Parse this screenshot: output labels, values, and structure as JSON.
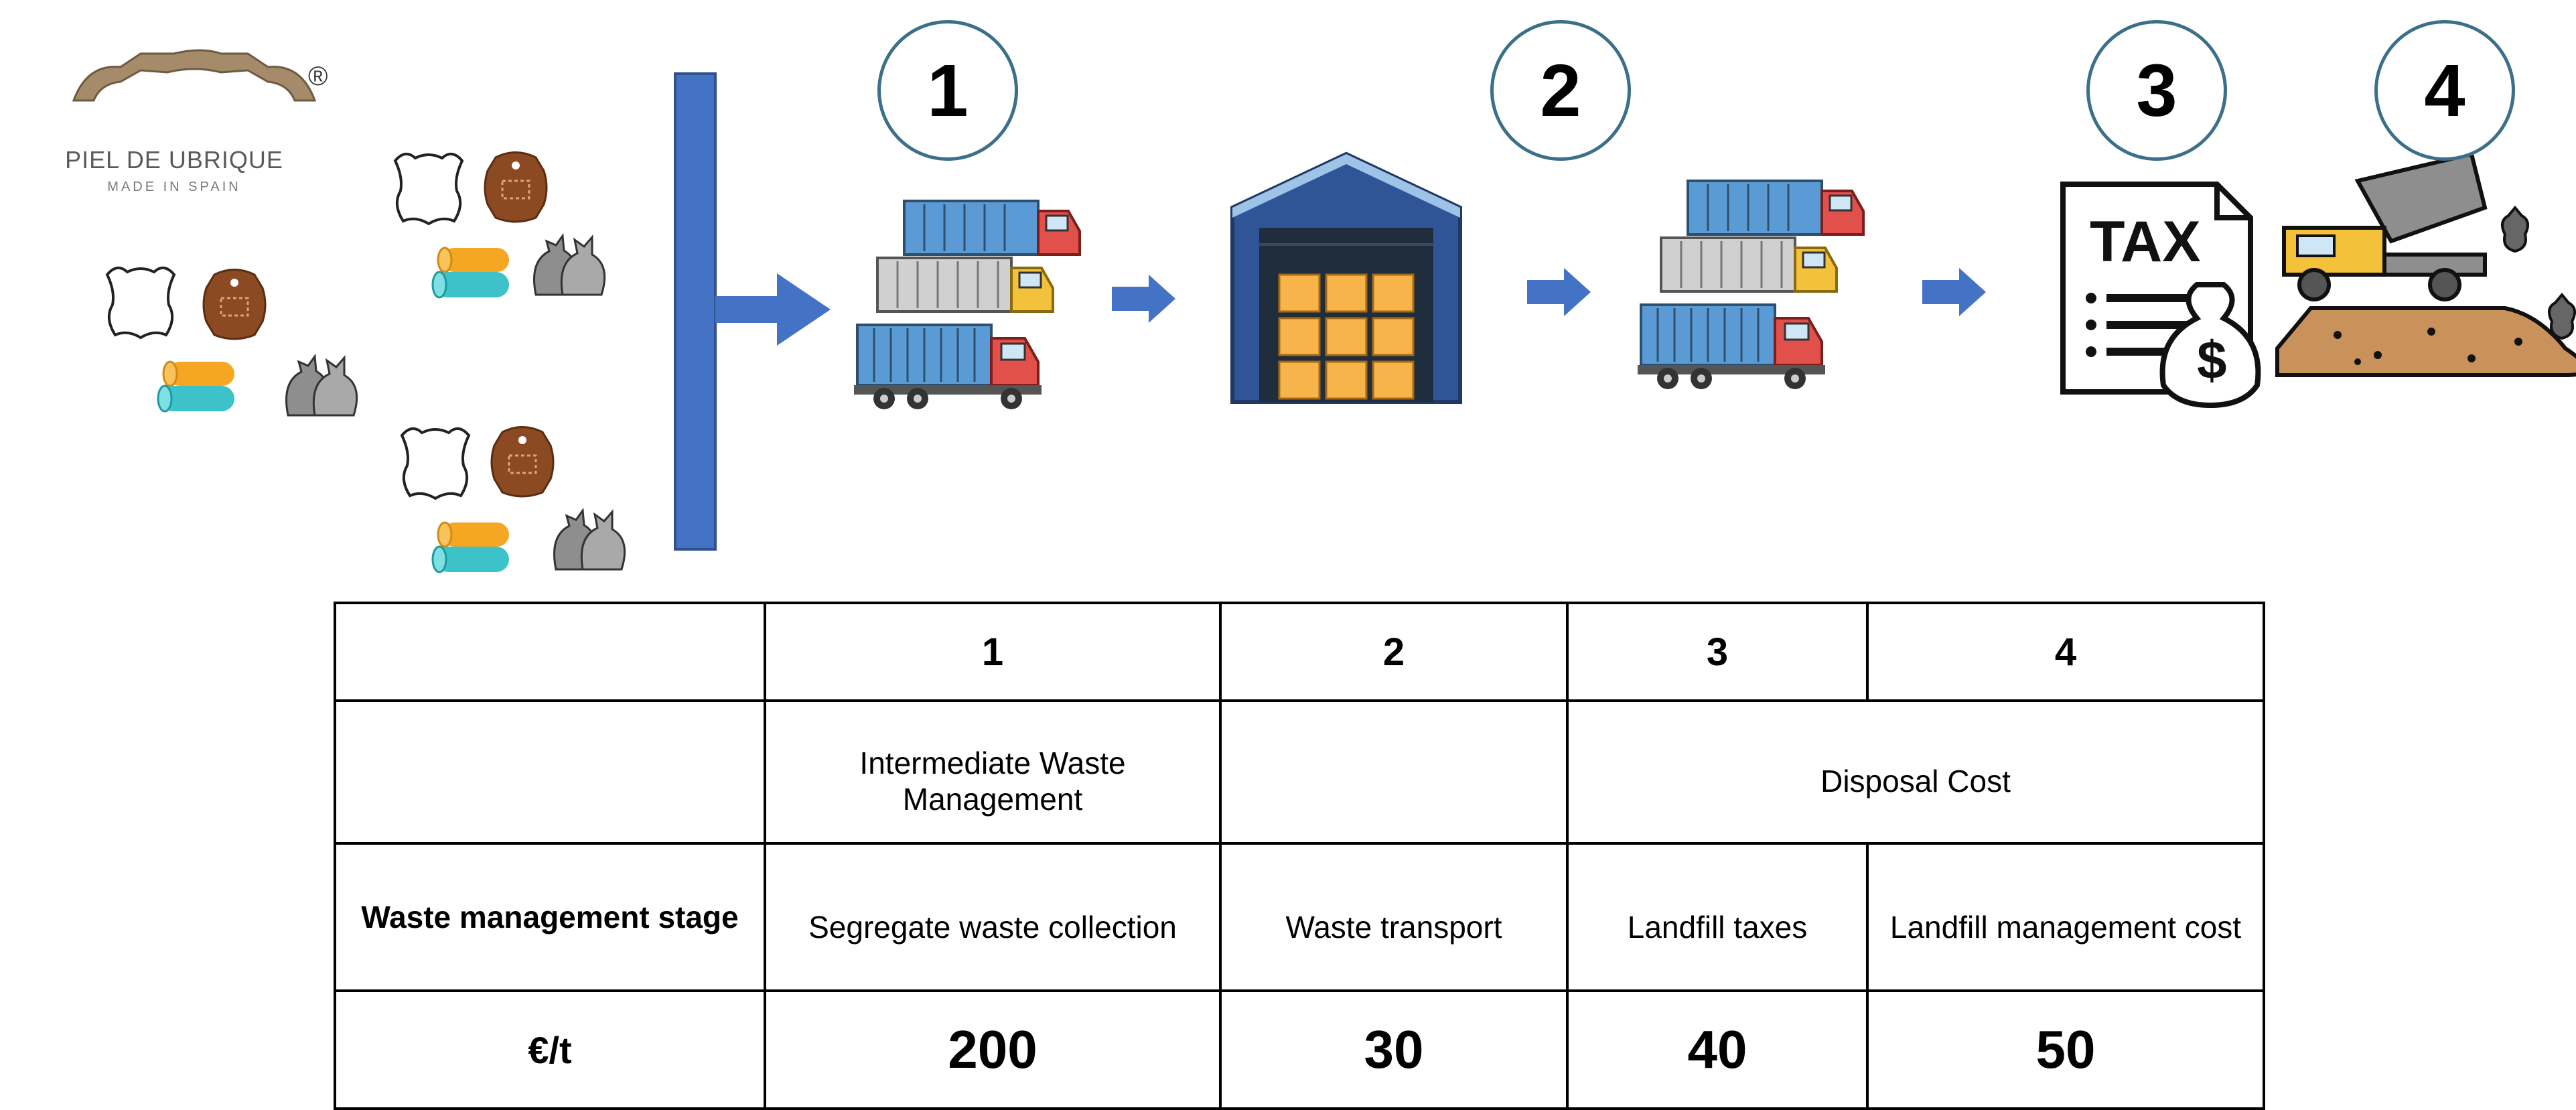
{
  "logo": {
    "brand": "PIEL DE UBRIQUE",
    "tagline": "MADE IN SPAIN",
    "registered": "®"
  },
  "icons": {
    "hide": "leather-hide-icon",
    "tag": "leather-tag-icon",
    "rolls": "fabric-rolls-icon",
    "bags": "garbage-bags-icon",
    "trucks": "container-trucks-icon",
    "warehouse": "warehouse-icon",
    "tax": "tax-document-icon",
    "landfill": "landfill-dump-truck-icon",
    "arrow": "flow-arrow-icon"
  },
  "steps": [
    "1",
    "2",
    "3",
    "4"
  ],
  "tax_label": "TAX",
  "colors": {
    "arrow_blue": "#4472c4",
    "circle_border": "#3b6f8a",
    "container_blue": "#5b9bd5",
    "truck_red": "#e2504c",
    "box_orange": "#f6b44a",
    "soil": "#c8925a"
  },
  "table": {
    "header": [
      "",
      "1",
      "2",
      "3",
      "4"
    ],
    "category": {
      "step1": "Intermediate Waste Management",
      "step2": "",
      "step34": "Disposal Cost"
    },
    "stage": {
      "label": "Waste management stage",
      "values": [
        "Segregate waste collection",
        "Waste transport",
        "Landfill taxes",
        "Landfill management cost"
      ]
    },
    "cost": {
      "label": "€/t",
      "values": [
        "200",
        "30",
        "40",
        "50"
      ]
    }
  }
}
